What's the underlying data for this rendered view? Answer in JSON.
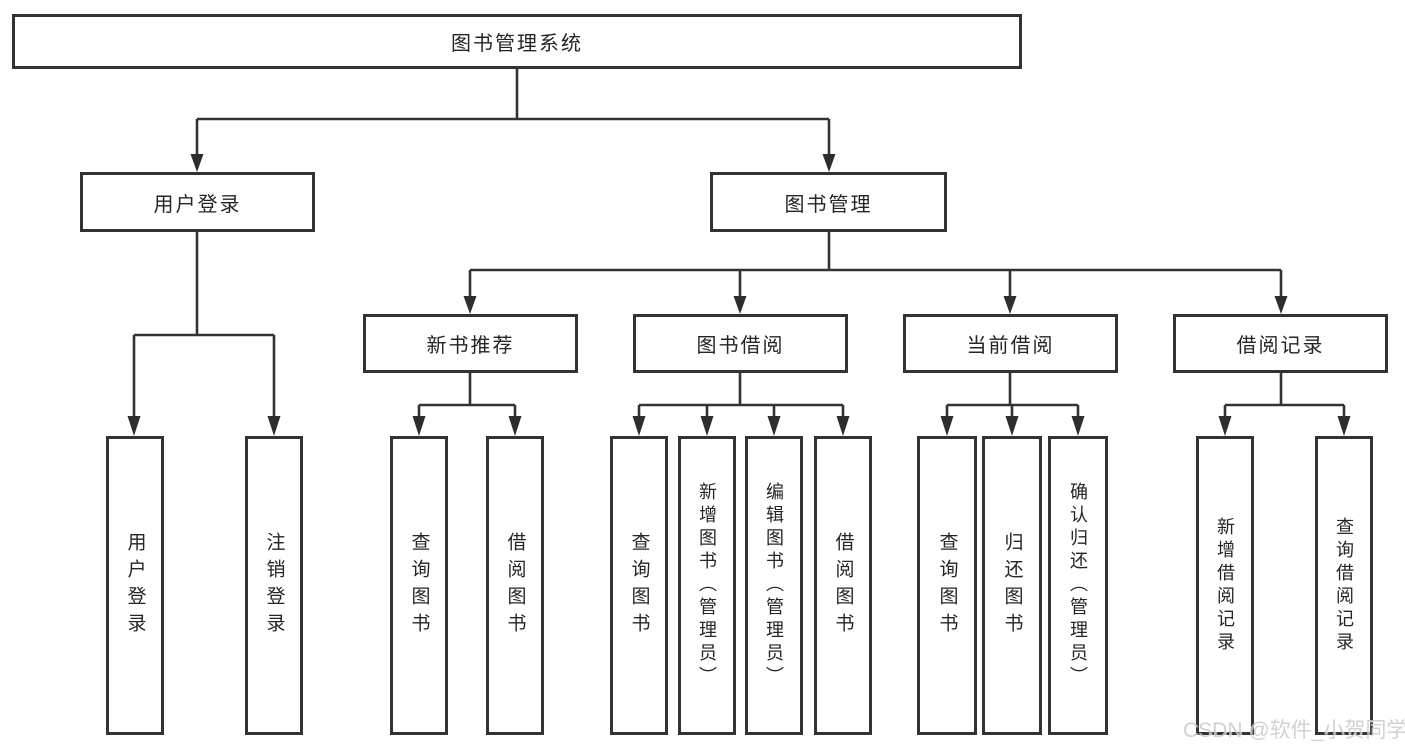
{
  "nodes": {
    "root": "图书管理系统",
    "user_login": "用户登录",
    "book_management": "图书管理",
    "new_book_recommend": "新书推荐",
    "book_borrow": "图书借阅",
    "current_borrow": "当前借阅",
    "borrow_records": "借阅记录",
    "leaf_user_login": "用户登录",
    "leaf_logout": "注销登录",
    "leaf_rec_query_books": "查询图书",
    "leaf_rec_borrow_books": "借阅图书",
    "leaf_bor_query_books": "查询图书",
    "leaf_bor_add_books": "新增图书（管理员）",
    "leaf_bor_edit_books": "编辑图书（管理员）",
    "leaf_bor_borrow_books": "借阅图书",
    "leaf_cur_query_books": "查询图书",
    "leaf_cur_return_books": "归还图书",
    "leaf_cur_confirm_return": "确认归还（管理员）",
    "leaf_hist_add_record": "新增借阅记录",
    "leaf_hist_query_record": "查询借阅记录"
  },
  "watermark": "CSDN @软件_小贺同学",
  "colors": {
    "line": "#333333",
    "text": "#252525",
    "background": "#ffffff",
    "watermark": "#c9c9c9"
  }
}
